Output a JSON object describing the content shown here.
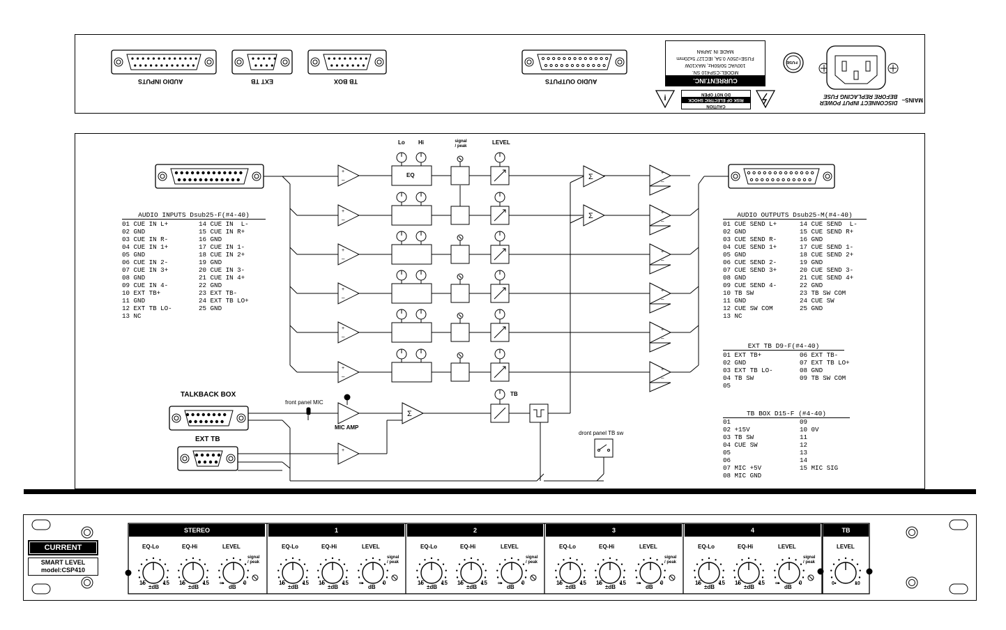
{
  "rear_panel": {
    "connectors": [
      "AUDIO INPUTS",
      "EXT TB",
      "TB BOX",
      "AUDIO OUTPUTS"
    ],
    "caution_lines": [
      "CAUTION",
      "RISK OF ELECTRIC SHOCK",
      "DO NOT OPEN"
    ],
    "brand": "CURRENT.INC.",
    "label_lines": [
      "MODEL:CSP410 SN.",
      "100VAC 50/60Hz, MAX10W",
      "FUSE=250V 0.5A, IEC127 5x20mm",
      "MADE IN JAPAN"
    ],
    "fuse": "FUSE",
    "mains": "MAINS~",
    "warning_lines": [
      "DISCONNECT INPUT POWER",
      "BEFORE REPLACING FUSE"
    ]
  },
  "diagram": {
    "eq_lo": "Lo",
    "eq_hi": "Hi",
    "signal_peak": [
      "signal",
      "/ peak"
    ],
    "level": "LEVEL",
    "eq": "EQ",
    "talkback_box": "TALKBACK BOX",
    "ext_tb": "EXT TB",
    "front_panel_mic": "front panel MIC",
    "mic_amp": "MIC AMP",
    "tb": "TB",
    "tb_sw": "dront panel TB sw",
    "audio_inputs": {
      "title": "AUDIO INPUTS Dsub25-F(#4-40)",
      "col1": "01 CUE IN L+\n02 GND\n03 CUE IN R-\n04 CUE IN 1+\n05 GND\n06 CUE IN 2-\n07 CUE IN 3+\n08 GND\n09 CUE IN 4-\n10 EXT TB+\n11 GND\n12 EXT TB LO-\n13 NC",
      "col2": "14 CUE IN  L-\n15 CUE IN R+\n16 GND\n17 CUE IN 1-\n18 CUE IN 2+\n19 GND\n20 CUE IN 3-\n21 CUE IN 4+\n22 GND\n23 EXT TB-\n24 EXT TB LO+\n25 GND"
    },
    "audio_outputs": {
      "title": "AUDIO OUTPUTS Dsub25-M(#4-40)",
      "col1": "01 CUE SEND L+\n02 GND\n03 CUE SEND R-\n04 CUE SEND 1+\n05 GND\n06 CUE SEND 2-\n07 CUE SEND 3+\n08 GND\n09 CUE SEND 4-\n10 TB SW\n11 GND\n12 CUE SW COM\n13 NC",
      "col2": "14 CUE SEND  L-\n15 CUE SEND R+\n16 GND\n17 CUE SEND 1-\n18 CUE SEND 2+\n19 GND\n20 CUE SEND 3-\n21 CUE SEND 4+\n22 GND\n23 TB SW COM\n24 CUE SW\n25 GND"
    },
    "ext_tb_pins": {
      "title": "EXT TB D9-F(#4-40)",
      "col1": "01 EXT TB+\n02 GND\n03 EXT TB LO-\n04 TB SW\n05",
      "col2": "06 EXT TB-\n07 EXT TB LO+\n08 GND\n09 TB SW COM"
    },
    "tb_box_pins": {
      "title": "TB BOX D15-F (#4-40)",
      "col1": "01\n02 +15V\n03 TB SW\n04 CUE SW\n05\n06\n07 MIC +5V\n08 MIC GND",
      "col2": "09\n10 0V\n11\n12\n13\n14\n15 MIC SIG"
    }
  },
  "front_panel": {
    "brand": "CURRENT",
    "product": "SMART LEVEL",
    "model": "model:CSP410",
    "sections": [
      "STEREO",
      "1",
      "2",
      "3",
      "4",
      "TB"
    ],
    "knob_labels": [
      "EQ-Lo",
      "EQ-Hi",
      "LEVEL"
    ],
    "scale_eq": [
      "15",
      "±dB",
      "15"
    ],
    "scale_level": [
      "∞",
      "dB",
      "0"
    ],
    "signal_peak": [
      "signal",
      "/ peak"
    ],
    "tb_level": "LEVEL",
    "tb_scale": [
      "0",
      "10"
    ]
  }
}
